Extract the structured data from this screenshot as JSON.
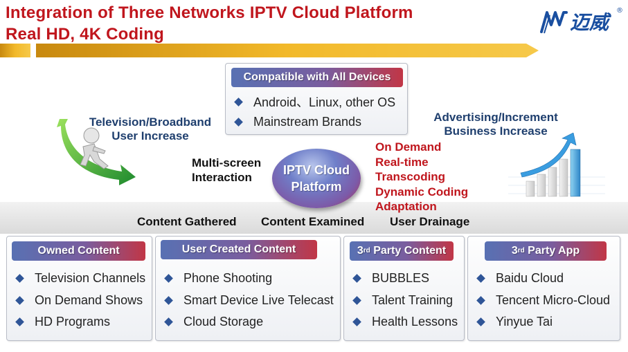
{
  "title": {
    "line1": "Integration of Three Networks IPTV Cloud Platform",
    "line2": "Real HD, 4K Coding"
  },
  "logo": {
    "mark": "MV",
    "chinese": "迈威",
    "registered": "®"
  },
  "compatible": {
    "header": "Compatible with All Devices",
    "items": [
      "Android、Linux, other OS",
      "Mainstream Brands"
    ]
  },
  "left_stat": {
    "line1": "Television/Broadband",
    "line2": "User Increase"
  },
  "right_stat": {
    "line1": "Advertising/Increment",
    "line2": "Business Increase"
  },
  "multi_screen": {
    "line1": "Multi-screen",
    "line2": "Interaction"
  },
  "center": {
    "line1": "IPTV Cloud",
    "line2": "Platform"
  },
  "features": [
    "On Demand",
    "Real-time",
    "Transcoding",
    "Dynamic Coding",
    "Adaptation"
  ],
  "flow": [
    "Content Gathered",
    "Content Examined",
    "User Drainage"
  ],
  "boxes": [
    {
      "header": "Owned Content",
      "items": [
        "Television Channels",
        "On Demand Shows",
        "HD Programs"
      ]
    },
    {
      "header": "User Created Content",
      "items": [
        "Phone Shooting",
        "Smart Device Live Telecast",
        "Cloud Storage"
      ]
    },
    {
      "header_prefix": "3",
      "header_sup": "rd",
      "header_rest": " Party Content",
      "items": [
        "BUBBLES",
        "Talent Training",
        "Health Lessons"
      ]
    },
    {
      "header_prefix": "3",
      "header_sup": "rd",
      "header_rest": " Party App",
      "items": [
        "Baidu Cloud",
        "Tencent Micro-Cloud",
        "Yinyue Tai"
      ]
    }
  ],
  "colors": {
    "title_red": "#c0161d",
    "navy_text": "#1f3f6e",
    "bullet_blue": "#2f5597",
    "gold_bar": "#e8a215"
  },
  "icons": [
    "diamond-bullet-icon",
    "person-arrow-illustration",
    "growth-chart-illustration",
    "logo-mark"
  ]
}
